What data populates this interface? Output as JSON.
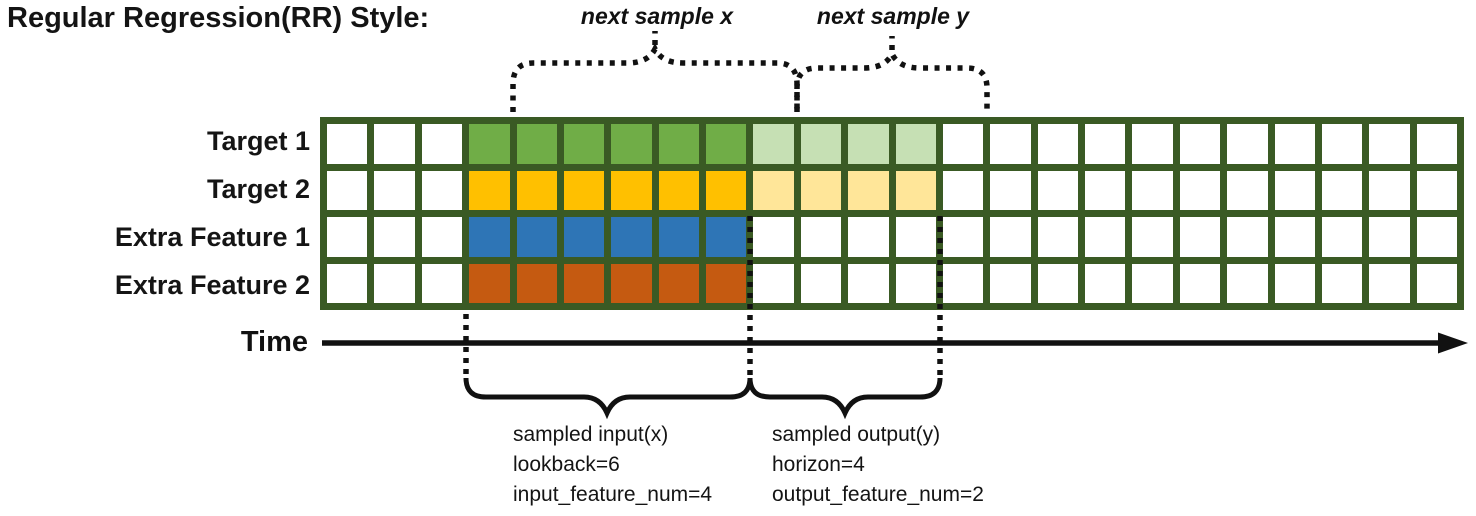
{
  "title": "Regular Regression(RR) Style:",
  "annotations": {
    "next_sample_x": "next sample x",
    "next_sample_y": "next sample y"
  },
  "rows": [
    {
      "label": "Target 1",
      "input_color": "#70AD47",
      "output_color": "#C6E0B4"
    },
    {
      "label": "Target 2",
      "input_color": "#FFC000",
      "output_color": "#FFE699"
    },
    {
      "label": "Extra Feature 1",
      "input_color": "#2E75B6",
      "output_color": null
    },
    {
      "label": "Extra Feature 2",
      "input_color": "#C55A11",
      "output_color": null
    }
  ],
  "grid": {
    "total_columns": 24,
    "lead_columns": 3,
    "lookback": 6,
    "horizon": 4,
    "line_color": "#3A5A24",
    "cell_color": "#FFFFFF"
  },
  "time_axis": {
    "label": "Time"
  },
  "sample_labels": {
    "input": [
      "sampled input(x)",
      "lookback=6",
      "input_feature_num=4"
    ],
    "output": [
      "sampled output(y)",
      "horizon=4",
      "output_feature_num=2"
    ]
  }
}
